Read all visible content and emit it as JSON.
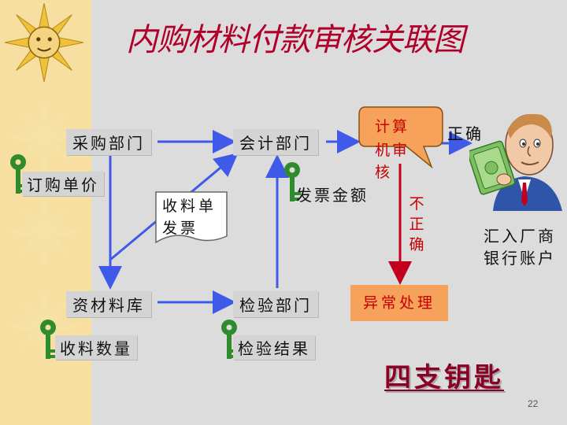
{
  "title": "内购材料付款审核关联图",
  "nodes": {
    "purchasing_dept": "采购部门",
    "accounting_dept": "会计部门",
    "materials_warehouse": "资材料库",
    "inspection_dept": "检验部门",
    "computer_audit_line1": "计算",
    "computer_audit_line2": "机审",
    "computer_audit_line3": "核",
    "exception_handling": "异常处理"
  },
  "labels": {
    "order_price": "订购单价",
    "receipt_invoice_line1": "收料单",
    "receipt_invoice_line2": "发票",
    "invoice_amount": "发票金额",
    "received_quantity": "收料数量",
    "inspection_result": "检验结果",
    "correct": "正确",
    "incorrect": "不正确",
    "remit_line1": "汇入厂商",
    "remit_line2": "银行账户"
  },
  "footer": {
    "four_keys": "四支钥匙",
    "page_number": "22"
  },
  "colors": {
    "title": "#b0002a",
    "flow_arrow": "#3f5ae8",
    "error_arrow": "#c2001e",
    "key": "#2e8b2e",
    "left_strip": "#f6dfa0",
    "background": "#dcdcdc",
    "exception_box": "#f6a25a",
    "exception_text": "#c70000",
    "audit_bubble": "#f6a25a"
  },
  "icons": [
    "sun-icon",
    "key-icon",
    "businessman-icon"
  ]
}
